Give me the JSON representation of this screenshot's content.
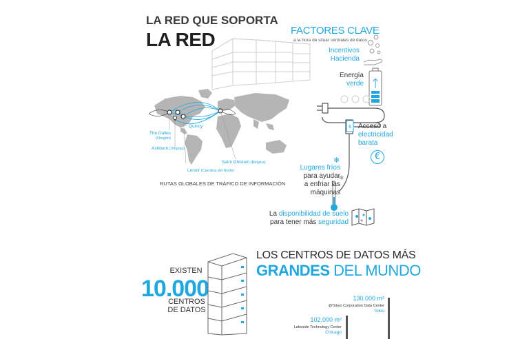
{
  "header": {
    "title_line1": "LA RED QUE SOPORTA",
    "title_line2": "LA RED"
  },
  "factors": {
    "title": "FACTORES CLAVE",
    "subtitle": "a la hora de situar centrales de datos",
    "incentivos_line1": "Incentivos",
    "incentivos_line2": "Hacienda",
    "energia_line1": "Energía",
    "energia_line2": "verde",
    "acceso_line1": "Acceso a",
    "acceso_line2": "electricidad",
    "acceso_line3": "barata",
    "frios_line1": "Lugares fríos",
    "frios_line2": "para ayudar",
    "frios_line3": "a enfriar las máquinas",
    "suelo_line1_a": "La ",
    "suelo_line1_b": "disponibilidad de suelo",
    "suelo_line2_a": "para tener más ",
    "suelo_line2_b": "seguridad",
    "euro_symbol": "€"
  },
  "map": {
    "caption": "RUTAS GLOBALES DE TRÁFICO DE INFORMACIÓN",
    "locations": {
      "dalles_name": "The Dalles",
      "dalles_region": "(Oregón)",
      "ashburn_name": "Ashburn",
      "ashburn_region": "(Virginia)",
      "quincy_name": "Quincy",
      "lenoir_name": "Lenoir",
      "lenoir_region": "(Carolina del Norte)",
      "ghislain_name": "Saint Ghislain",
      "ghislain_region": "(Bélgica)"
    }
  },
  "bottom": {
    "heading_line1": "LOS CENTROS DE DATOS MÁS",
    "heading_bold": "GRANDES",
    "heading_rest": " DEL MUNDO",
    "existen": "EXISTEN",
    "count": "10.000",
    "centros_line1": "CENTROS",
    "centros_line2": "DE DATOS",
    "stats": [
      {
        "area": "130.000 m²",
        "name": "@Tokyo Corporation Data Center",
        "city": "Tokio"
      },
      {
        "area": "102.000 m²",
        "name": "Lakeside Technology Center",
        "city": "Chicago"
      }
    ]
  },
  "colors": {
    "accent": "#21a7e0",
    "text": "#333333",
    "map_gray": "#b5b5b5"
  }
}
